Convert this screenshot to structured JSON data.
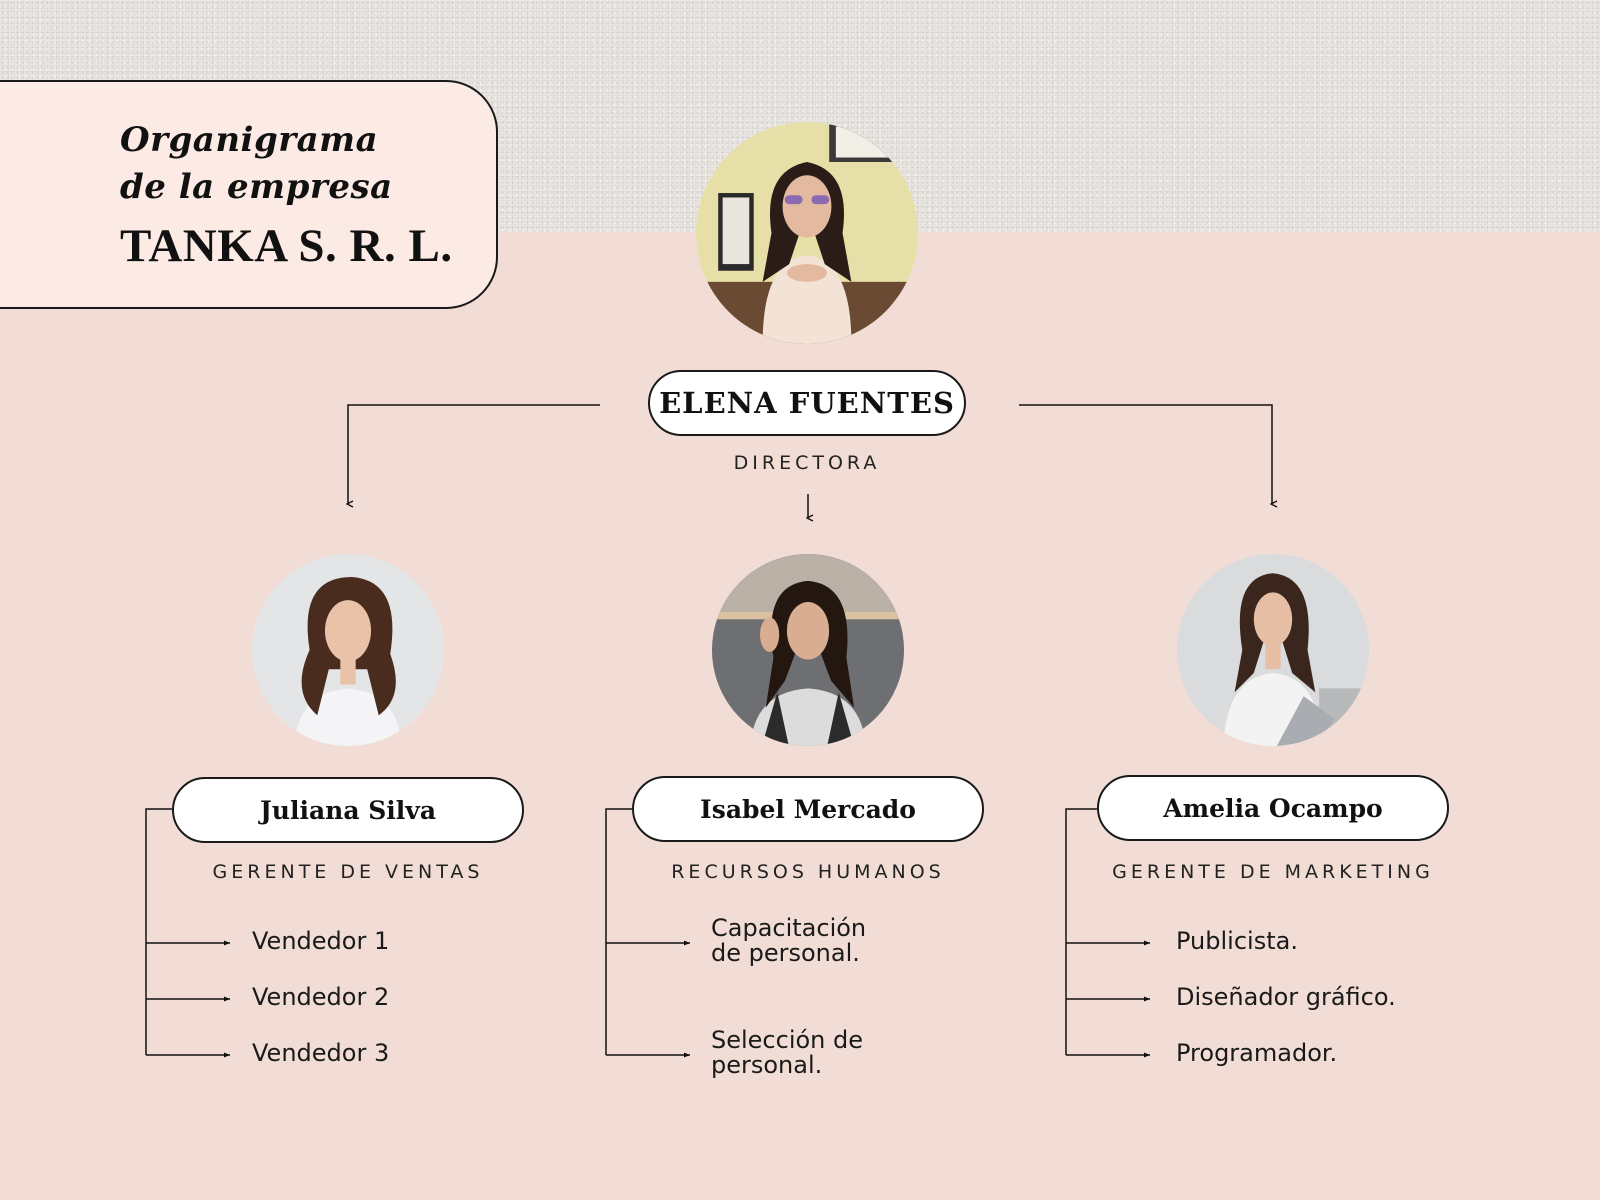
{
  "title": {
    "line1": "Organigrama",
    "line2": "de la empresa",
    "company": "TANKA S. R. L."
  },
  "director": {
    "name": "ELENA FUENTES",
    "role": "DIRECTORA"
  },
  "managers": [
    {
      "name": "Juliana Silva",
      "role": "GERENTE DE VENTAS",
      "items": [
        "Vendedor 1",
        "Vendedor 2",
        "Vendedor 3"
      ]
    },
    {
      "name": "Isabel Mercado",
      "role": "RECURSOS HUMANOS",
      "items": [
        {
          "line1": "Capacitación",
          "line2": "de personal."
        },
        {
          "line1": "Selección de",
          "line2": "personal."
        }
      ]
    },
    {
      "name": "Amelia Ocampo",
      "role": "GERENTE DE MARKETING",
      "items": [
        "Publicista.",
        "Diseñador gráfico.",
        "Programador."
      ]
    }
  ]
}
